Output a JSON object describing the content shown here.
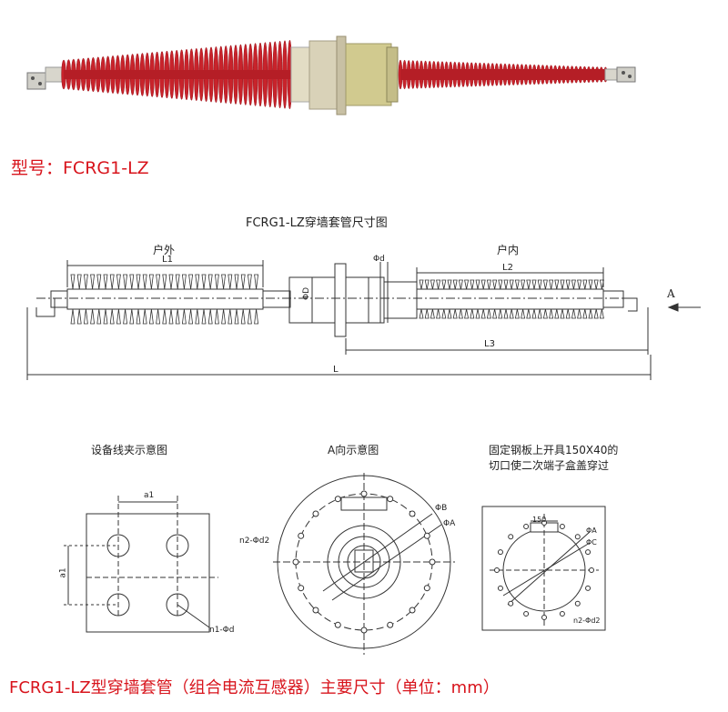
{
  "model": {
    "text": "型号：FCRG1-LZ"
  },
  "drawing": {
    "title": "FCRG1-LZ穿墙套管尺寸图",
    "outdoor": "户外",
    "indoor": "户内",
    "dim_L1": "L1",
    "dim_L2": "L2",
    "dim_L3": "L3",
    "dim_L": "L",
    "dim_D": "ΦD",
    "dim_d": "Φd",
    "view_arrow": "A"
  },
  "details": {
    "clamp_title": "设备线夹示意图",
    "clamp_a1_top": "a1",
    "clamp_a1_side": "a1",
    "clamp_hole": "n1-Φd",
    "aview_title": "A向示意图",
    "aview_B": "ΦB",
    "aview_A": "ΦA",
    "aview_holes": "n2-Φd2",
    "plate_title_1": "固定钢板上开具150X40的",
    "plate_title_2": "切口使二次端子盒盖穿过",
    "plate_150": "150",
    "plate_A": "ΦA",
    "plate_C": "ΦC",
    "plate_holes": "n2-Φd2"
  },
  "footer": {
    "text": "FCRG1-LZ型穿墙套管（组合电流互感器）主要尺寸（单位：mm）"
  },
  "colors": {
    "title_red": "#d8141c",
    "shed_red": "#c8232b",
    "flange_beige": "#d9d2b8"
  }
}
